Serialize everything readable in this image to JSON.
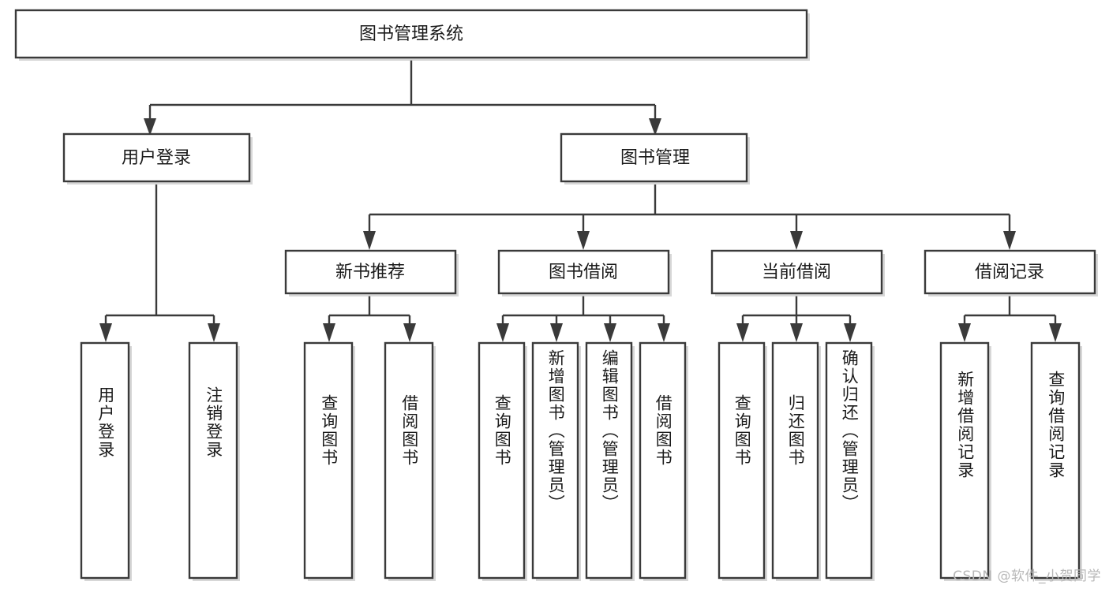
{
  "diagram": {
    "title": "图书管理系统",
    "type": "hierarchy-tree",
    "watermark": "CSDN @软件_小贺同学",
    "colors": {
      "box_stroke": "#3a3a3a",
      "box_fill": "#ffffff",
      "text": "#1b1b1b",
      "background": "#ffffff",
      "watermark": "#b8b8b8"
    },
    "root": {
      "label": "图书管理系统",
      "orientation": "horizontal"
    },
    "level2": [
      {
        "label": "用户登录",
        "orientation": "horizontal"
      },
      {
        "label": "图书管理",
        "orientation": "horizontal"
      }
    ],
    "level3": [
      {
        "label": "新书推荐",
        "orientation": "horizontal"
      },
      {
        "label": "图书借阅",
        "orientation": "horizontal"
      },
      {
        "label": "当前借阅",
        "orientation": "horizontal"
      },
      {
        "label": "借阅记录",
        "orientation": "horizontal"
      }
    ],
    "leaves": {
      "user_login": [
        {
          "label": "用户登录",
          "orientation": "vertical"
        },
        {
          "label": "注销登录",
          "orientation": "vertical"
        }
      ],
      "new_book_recommend": [
        {
          "label": "查询图书",
          "orientation": "vertical"
        },
        {
          "label": "借阅图书",
          "orientation": "vertical"
        }
      ],
      "book_borrow": [
        {
          "label": "查询图书",
          "orientation": "vertical"
        },
        {
          "label": "新增图书（管理员）",
          "orientation": "vertical"
        },
        {
          "label": "编辑图书（管理员）",
          "orientation": "vertical"
        },
        {
          "label": "借阅图书",
          "orientation": "vertical"
        }
      ],
      "current_borrow": [
        {
          "label": "查询图书",
          "orientation": "vertical"
        },
        {
          "label": "归还图书",
          "orientation": "vertical"
        },
        {
          "label": "确认归还（管理员）",
          "orientation": "vertical"
        }
      ],
      "borrow_record": [
        {
          "label": "新增借阅记录",
          "orientation": "vertical"
        },
        {
          "label": "查询借阅记录",
          "orientation": "vertical"
        }
      ]
    }
  }
}
